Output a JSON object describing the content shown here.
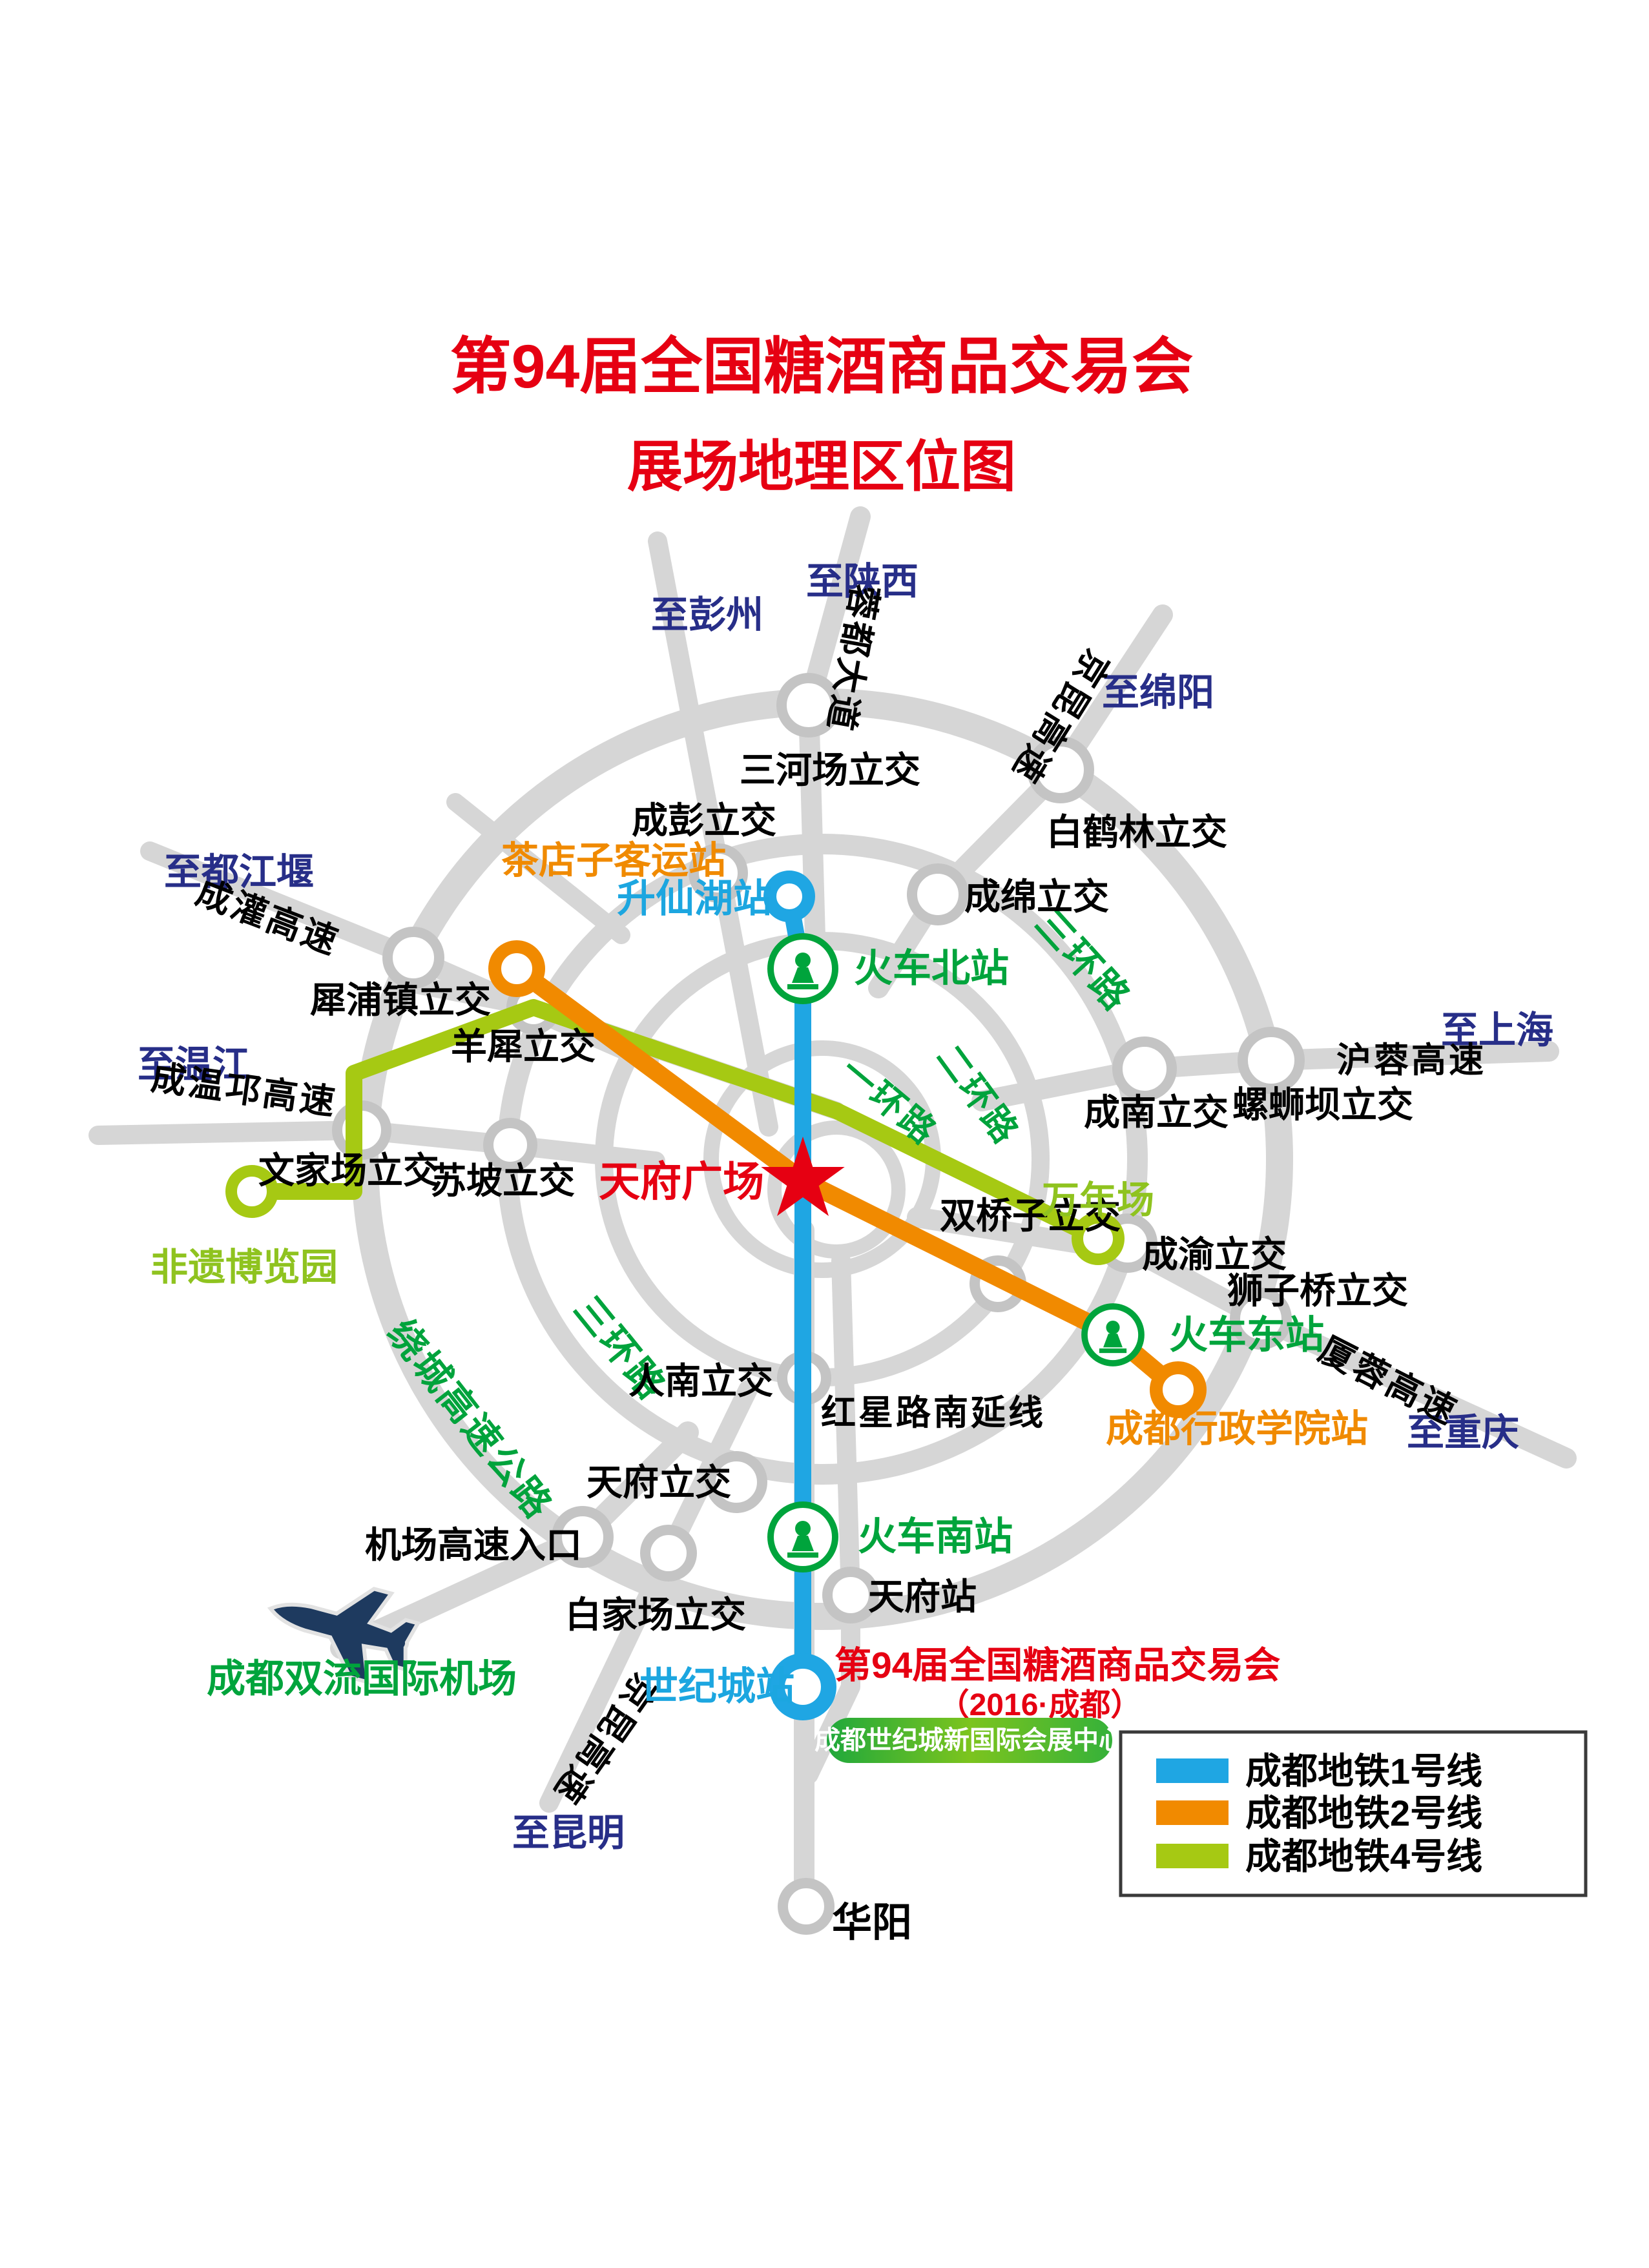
{
  "titles": {
    "main": "第94届全国糖酒商品交易会",
    "sub": "展场地理区位图"
  },
  "event": {
    "title": "第94届全国糖酒商品交易会",
    "edition": "（2016·成都）",
    "venue_badge": "成都世纪城新国际会展中心"
  },
  "legend": {
    "items": [
      {
        "label": "成都地铁1号线",
        "color": "#1FA6E3"
      },
      {
        "label": "成都地铁2号线",
        "color": "#F18A00"
      },
      {
        "label": "成都地铁4号线",
        "color": "#A6C913"
      }
    ]
  },
  "colors": {
    "line1": "#1FA6E3",
    "line2": "#F18A00",
    "line4": "#A6C913",
    "road": "#D6D6D6",
    "circle_stroke": "#C4C4C4",
    "ring_label_green": "#00A33C",
    "station_green": "#00A43C",
    "event_red": "#E60012",
    "navy": "#272E88",
    "orange_text": "#F08A00",
    "blue_text": "#1CA6E0",
    "line4_text": "#8FC31F",
    "plane_navy": "#1E3A5F"
  },
  "labels": {
    "zhi_pengzhou": "至彭州",
    "zhi_shanxi": "至陕西",
    "zhi_mianyang": "至绵阳",
    "zhi_dujiangyan": "至都江堰",
    "zhi_wenjiang": "至温江",
    "zhi_shanghai": "至上海",
    "zhi_chongqing": "至重庆",
    "zhi_kunming": "至昆明",
    "rongdu_avenue": "蓉都大道",
    "jingkun_top": "京昆高速",
    "jingkun_bottom": "京昆高速",
    "chengguan_hwy": "成灌高速",
    "chengwenqiong_hwy": "成温邛高速",
    "hurong_hwy": "沪蓉高速",
    "xiarong_hwy": "厦蓉高速",
    "hongxing_rd": "红星路南延线",
    "raocheng_hwy": "绕城高速公路",
    "sanhuan_tr": "三环路",
    "sanhuan_bl": "三环路",
    "yihuan": "一环路",
    "erhuan": "二环路",
    "sanhechang": "三河场立交",
    "chengpeng": "成彭立交",
    "baihelin": "白鹤林立交",
    "chengmian": "成绵立交",
    "xipuzhen": "犀浦镇立交",
    "yangxi": "羊犀立交",
    "wenjiachang": "文家场立交",
    "supo": "苏坡立交",
    "chengnan": "成南立交",
    "luosiba": "螺蛳坝立交",
    "shizi": "狮子桥立交",
    "shuangqiaozi": "双桥子立交",
    "chengyu": "成渝立交",
    "rennan": "人南立交",
    "tianfu_lijiao": "天府立交",
    "tianfu_stn": "天府站",
    "baijiachang": "白家场立交",
    "jichang_entry": "机场高速入口",
    "huayang": "华阳",
    "shengxianhu": "升仙湖站",
    "huoche_bei": "火车北站",
    "huoche_nan": "火车南站",
    "huoche_dong": "火车东站",
    "shijicheng": "世纪城站",
    "chadianzi": "茶店子客运站",
    "xingzheng_xueyuan": "成都行政学院站",
    "wannianchang": "万年场",
    "feiyi": "非遗博览园",
    "tianfu_square": "天府广场",
    "airport": "成都双流国际机场"
  }
}
